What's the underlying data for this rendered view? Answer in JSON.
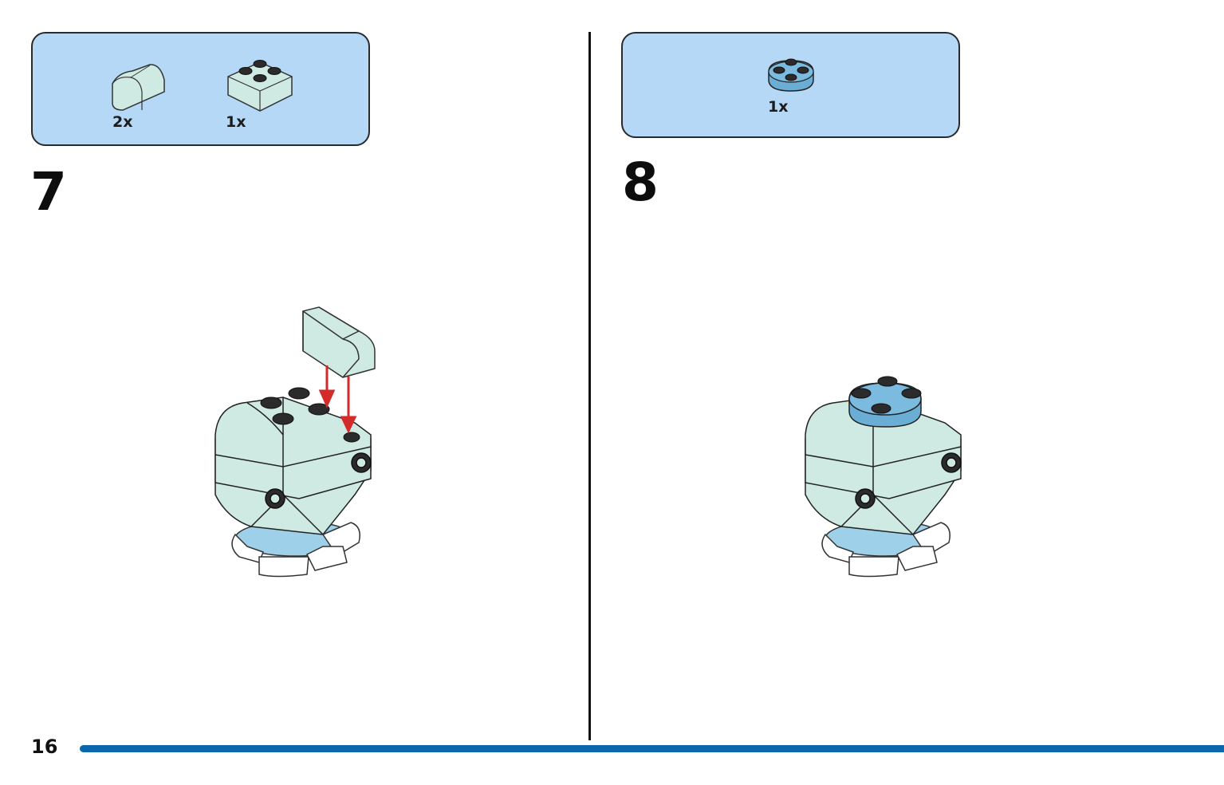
{
  "steps": [
    {
      "number": "7",
      "parts": [
        {
          "name": "curved-slope-brick-1x2",
          "quantity": "2x",
          "color": "#cfeae3"
        },
        {
          "name": "brick-2x2",
          "quantity": "1x",
          "color": "#cfeae3"
        }
      ]
    },
    {
      "number": "8",
      "parts": [
        {
          "name": "round-plate-2x2",
          "quantity": "1x",
          "color": "#6aaed6"
        }
      ]
    }
  ],
  "page_number": "16",
  "colors": {
    "parts_box": "#b4d8f5",
    "brick": "#cfeae3",
    "round_plate": "#6aaed6",
    "arrow": "#d32a2a",
    "page_bar": "#0b67ad"
  }
}
